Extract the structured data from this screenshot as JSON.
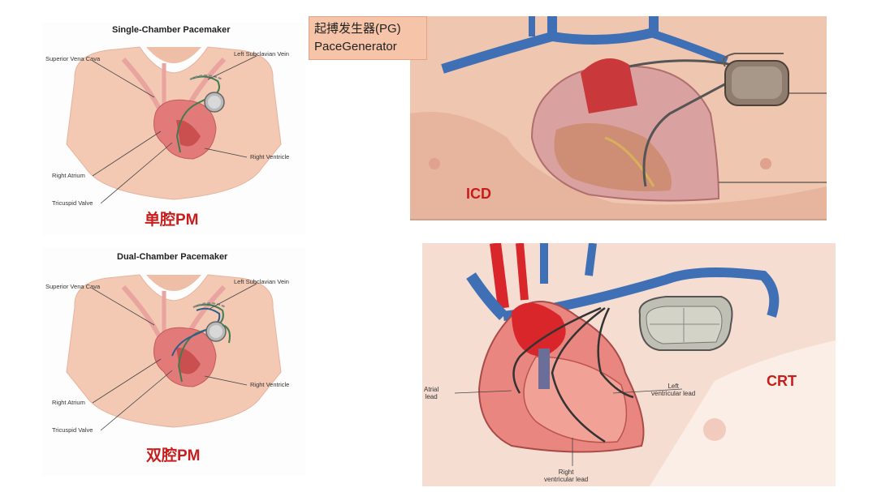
{
  "single": {
    "title": "Single-Chamber Pacemaker",
    "labels": {
      "svc": "Superior Vena Cava",
      "lsv": "Left Subclavian Vein",
      "rv": "Right Ventricle",
      "ra": "Right Atrium",
      "tv": "Tricuspid Valve"
    },
    "tag": "单腔PM"
  },
  "dual": {
    "title": "Dual-Chamber Pacemaker",
    "labels": {
      "svc": "Superior Vena Cava",
      "lsv": "Left Subclavian Vein",
      "rv": "Right Ventricle",
      "ra": "Right Atrium",
      "tv": "Tricuspid Valve"
    },
    "tag": "双腔PM"
  },
  "pg": {
    "line1": "起搏发生器(PG)",
    "line2": "PaceGenerator"
  },
  "icd": {
    "tag": "ICD"
  },
  "crt": {
    "tag": "CRT",
    "labels": {
      "atrial": "Atrial\nlead",
      "lv": "Left\nventricular lead",
      "rv": "Right\nventricular lead"
    }
  },
  "colors": {
    "accent_red": "#c81d1d",
    "skin": "#f3c9b3",
    "vein_blue": "#3f6fb5",
    "artery_red": "#d8262b"
  }
}
